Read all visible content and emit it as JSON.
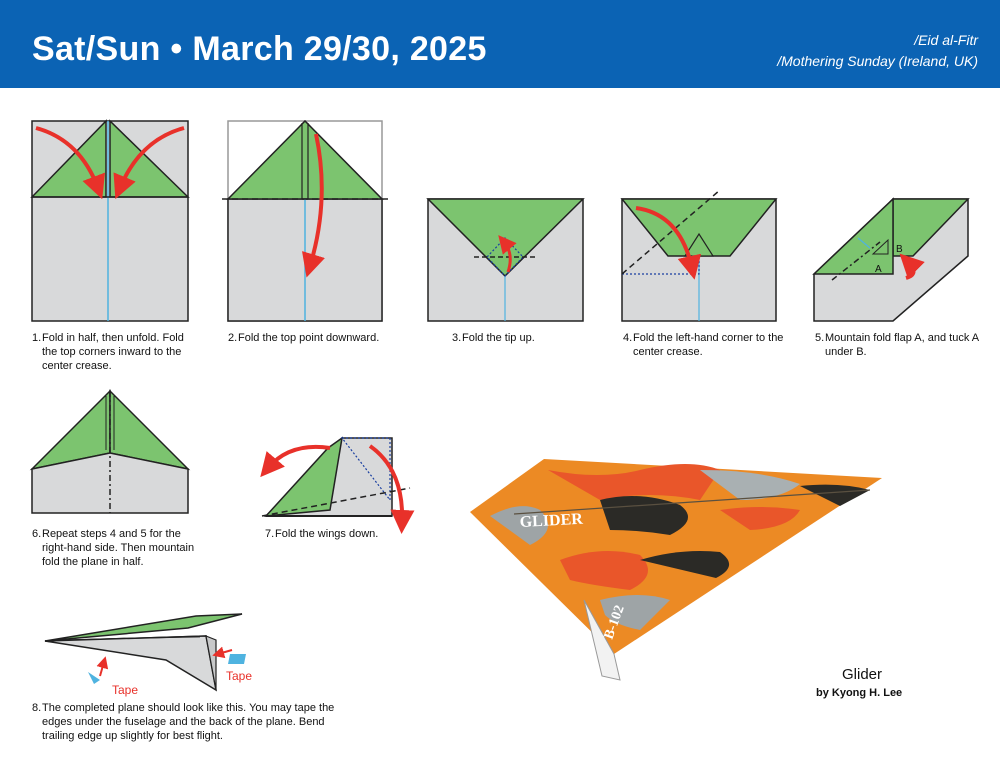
{
  "header": {
    "date": "Sat/Sun • March 29/30, 2025",
    "holidays": [
      "/Eid al-Fitr",
      "/Mothering Sunday (Ireland, UK)"
    ]
  },
  "colors": {
    "header_bg": "#0b63b4",
    "paper_green": "#7cc46f",
    "paper_gray": "#d8d9da",
    "arrow_red": "#e8312a",
    "crease_blue": "#4fb3e0"
  },
  "steps": [
    {
      "num": "1.",
      "text": "Fold in half, then unfold. Fold the top corners inward to the center crease."
    },
    {
      "num": "2.",
      "text": "Fold the top point downward."
    },
    {
      "num": "3.",
      "text": "Fold the tip up."
    },
    {
      "num": "4.",
      "text": "Fold the left-hand corner to the center crease."
    },
    {
      "num": "5.",
      "text": "Mountain fold flap A, and tuck A under B."
    },
    {
      "num": "6.",
      "text": "Repeat steps 4 and 5 for the right-hand side. Then mountain fold the plane in half."
    },
    {
      "num": "7.",
      "text": "Fold the wings down."
    },
    {
      "num": "8.",
      "text": "The completed plane should look like this. You may tape the edges under the fuselage and the back of the plane. Bend trailing edge up slightly for best flight."
    }
  ],
  "diagram_labels": {
    "flap_a": "A",
    "flap_b": "B",
    "tape_1": "Tape",
    "tape_2": "Tape"
  },
  "glider": {
    "title": "Glider",
    "byline": "by Kyong H. Lee",
    "wing_text": "GLIDER",
    "code": "B-102"
  }
}
